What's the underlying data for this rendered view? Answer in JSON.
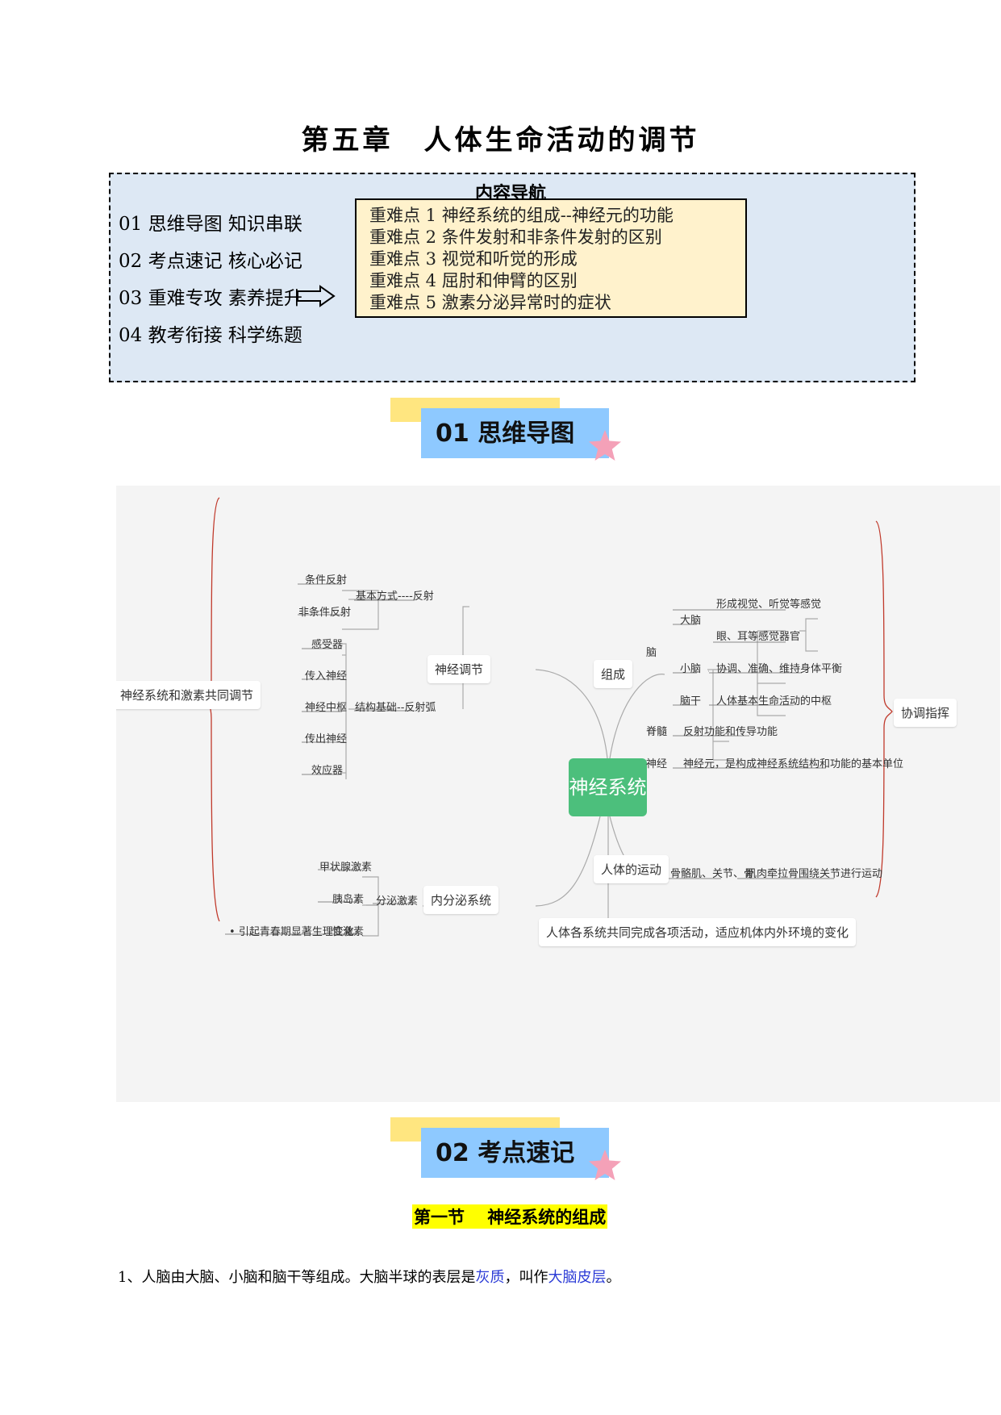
{
  "title": "第五章　人体生命活动的调节",
  "nav": {
    "heading": "内容导航",
    "items": [
      "01 思维导图  知识串联",
      "02 考点速记  核心必记",
      "03 重难专攻  素养提升",
      "04 教考衔接  科学练题"
    ],
    "focus_points": [
      "重难点 1 神经系统的组成--神经元的功能",
      "重难点 2 条件发射和非条件发射的区别",
      "重难点 3 视觉和听觉的形成",
      "重难点 4 屈肘和伸臂的区别",
      "重难点 5 激素分泌异常时的症状"
    ]
  },
  "banners": {
    "mindmap": "01  思维导图",
    "keypoints": "02  考点速记"
  },
  "colors": {
    "banner_blue": "#8ec9ff",
    "banner_yellow": "#ffe680",
    "star_pink": "#f4a1b8",
    "root_green": "#4cbf7c",
    "nav_bg": "#dde8f4",
    "focus_bg": "#fff2cc",
    "link_blue": "#2b3bd6"
  },
  "mindmap": {
    "root": "神经系统",
    "left_bracket": "神经系统和激素共同调节",
    "right_bracket": "协调指挥",
    "neural_regulation": {
      "label": "神经调节",
      "basic_way": "基本方式----反射",
      "reflex_types": [
        "条件反射",
        "非条件反射"
      ],
      "structure_basis": "结构基础--反射弧",
      "arc_parts": [
        "感受器",
        "传入神经",
        "神经中枢",
        "传出神经",
        "效应器"
      ]
    },
    "composition": {
      "label": "组成",
      "brain": "脑",
      "cerebrum": "大脑",
      "cerebrum_items": [
        "形成视觉、听觉等感觉",
        "眼、耳等感觉器官"
      ],
      "cerebellum": "小脑",
      "cerebellum_desc": "协调、准确、维持身体平衡",
      "brainstem": "脑干",
      "brainstem_desc": "人体基本生命活动的中枢",
      "spinal_cord": "脊髓",
      "spinal_desc": "反射功能和传导功能",
      "nerve": "神经",
      "nerve_desc": "神经元，是构成神经系统结构和功能的基本单位"
    },
    "movement": {
      "label": "人体的运动",
      "parts": "骨骼肌、关节、骨",
      "desc": "肌肉牵拉骨围绕关节进行运动"
    },
    "endocrine": {
      "label": "内分泌系统",
      "secretion": "分泌激素",
      "hormones": [
        "甲状腺激素",
        "胰岛素",
        "性激素"
      ],
      "note": "引起青春期显著生理变化"
    },
    "bottom": "人体各系统共同完成各项活动，适应机体内外环境的变化"
  },
  "section1": {
    "title": "第一节　 神经系统的组成",
    "para_prefix": "1、人脑由大脑、小脑和脑干等组成。大脑半球的表层是",
    "term1": "灰质",
    "para_mid": "，叫作",
    "term2": "大脑皮层",
    "para_end": "。"
  }
}
